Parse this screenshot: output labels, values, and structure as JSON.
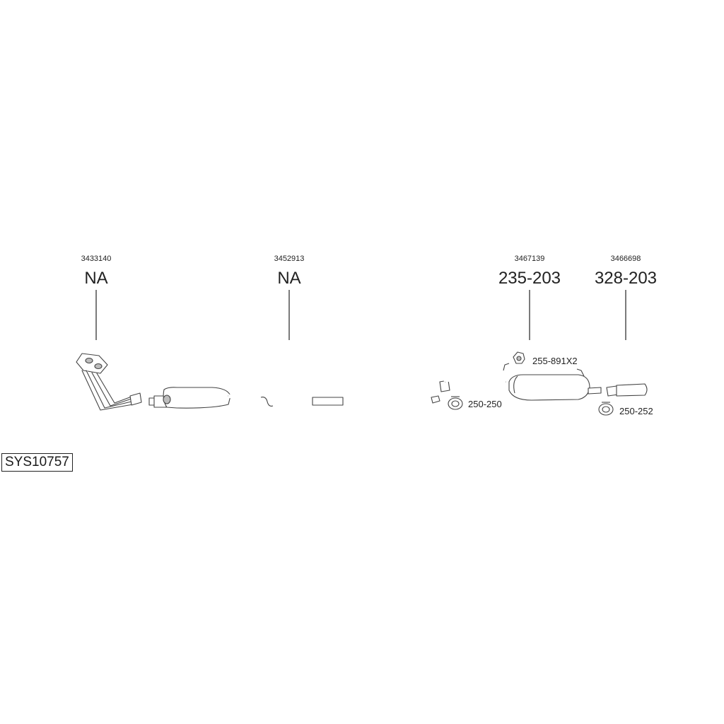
{
  "system_code": "SYS10757",
  "parts": [
    {
      "oe_number": "3433140",
      "code": "NA"
    },
    {
      "oe_number": "3452913",
      "code": "NA"
    },
    {
      "oe_number": "3467139",
      "code": "235-203"
    },
    {
      "oe_number": "3466698",
      "code": "328-203"
    }
  ],
  "accessories": [
    {
      "code": "255-891X2"
    },
    {
      "code": "250-250"
    },
    {
      "code": "250-252"
    }
  ]
}
